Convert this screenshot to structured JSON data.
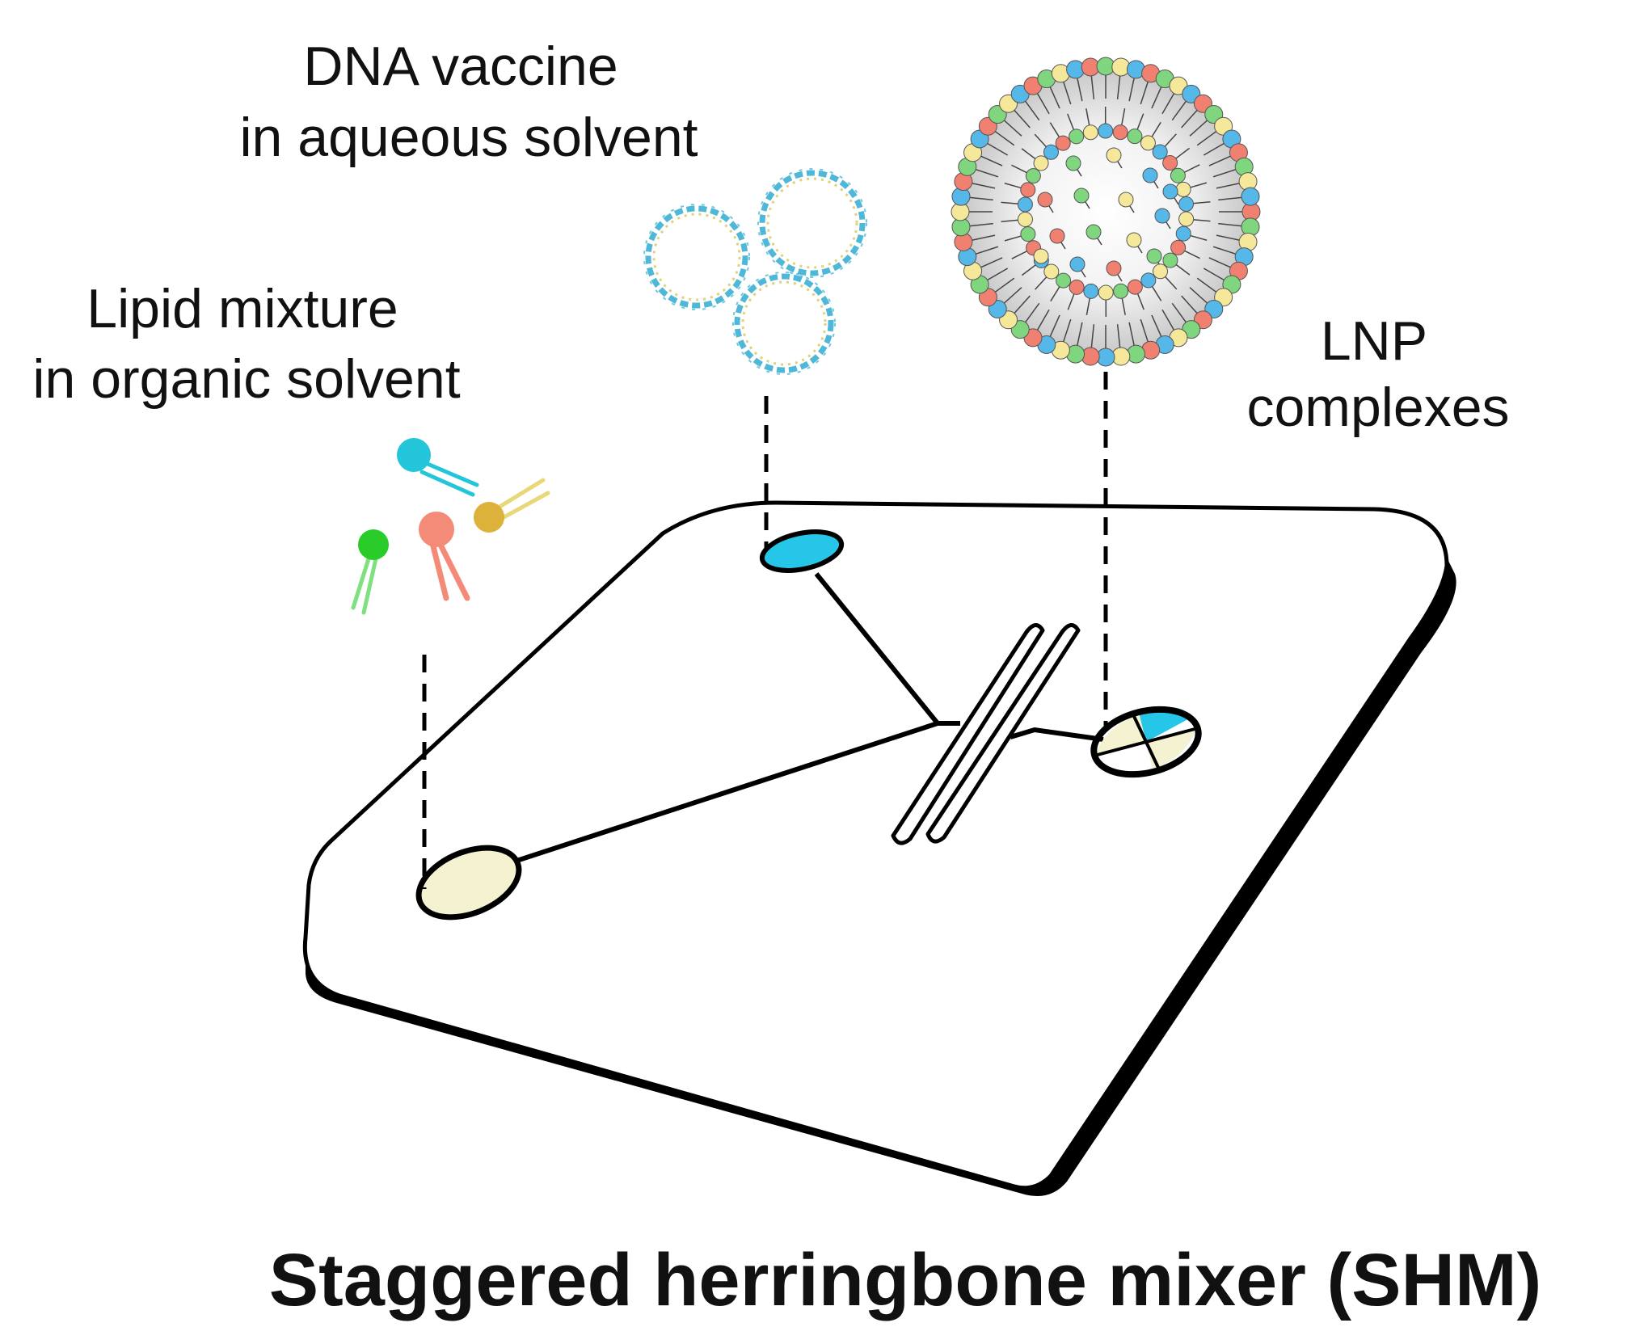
{
  "labels": {
    "dna_line1": "DNA vaccine",
    "dna_line2": "in aqueous solvent",
    "lipid_line1": "Lipid mixture",
    "lipid_line2": "in organic solvent",
    "lnp_line1": "LNP",
    "lnp_line2": "complexes",
    "title": "Staggered herringbone mixer (SHM)"
  },
  "colors": {
    "outline": "#000000",
    "aqueous_inlet": "#26c6e8",
    "organic_inlet": "#f5f2d2",
    "lipid_cyan": "#22c6d8",
    "lipid_green": "#29cc29",
    "lipid_salmon": "#f48a78",
    "lipid_gold": "#dcb23a",
    "dna_strand": "#4fb8d8",
    "dna_rung": "#e0d27a",
    "lnp_red": "#f08070",
    "lnp_green": "#7fd67f",
    "lnp_yellow": "#f5e89a",
    "lnp_blue": "#55b8e8",
    "lnp_core": "#c9c9c9"
  },
  "icons": {
    "lipids": "lipid-molecules-icon",
    "dna": "plasmid-dna-icon",
    "lnp": "lipid-nanoparticle-icon",
    "chip": "microfluidic-chip-icon"
  }
}
